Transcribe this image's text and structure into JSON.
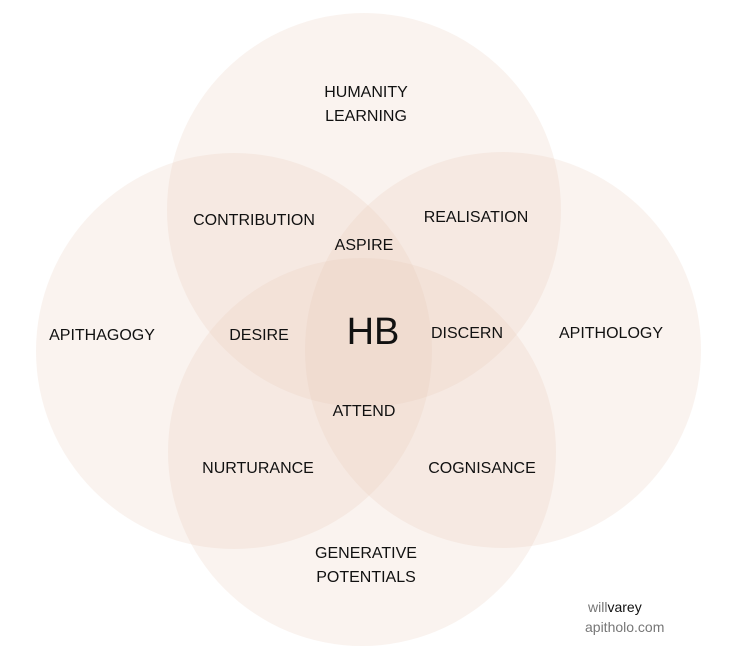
{
  "colors": {
    "circle_fill": "#e8c9b8",
    "text": "#111111",
    "credit_grey": "#777777"
  },
  "circles": [
    {
      "name": "top",
      "label": [
        "HUMANITY",
        "LEARNING"
      ]
    },
    {
      "name": "left",
      "label": [
        "APITHAGOGY"
      ]
    },
    {
      "name": "right",
      "label": [
        "APITHOLOGY"
      ]
    },
    {
      "name": "bottom",
      "label": [
        "GENERATIVE",
        "POTENTIALS"
      ]
    }
  ],
  "overlaps": {
    "top_left": "CONTRIBUTION",
    "top_right": "REALISATION",
    "bottom_left": "NURTURANCE",
    "bottom_right": "COGNISANCE",
    "aspire": "ASPIRE",
    "desire": "DESIRE",
    "discern": "DISCERN",
    "attend": "ATTEND",
    "center": "HB"
  },
  "credit": {
    "first": "will",
    "second": "varey",
    "site": "apitholo.com"
  }
}
